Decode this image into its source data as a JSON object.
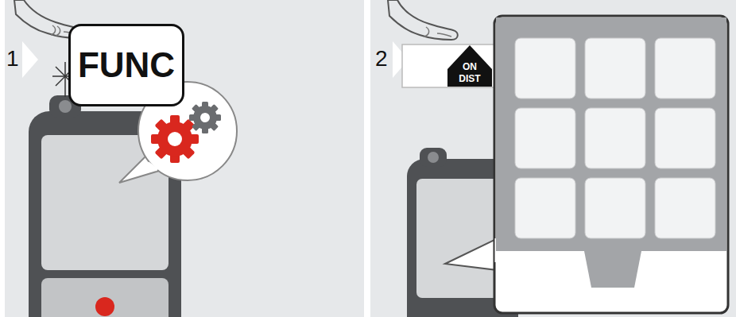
{
  "diagram": {
    "nodes": [
      {
        "text": [
          "FUNC"
        ]
      },
      {
        "text": [
          "ON DIST"
        ]
      }
    ],
    "labels": [
      "1",
      "2"
    ]
  }
}
